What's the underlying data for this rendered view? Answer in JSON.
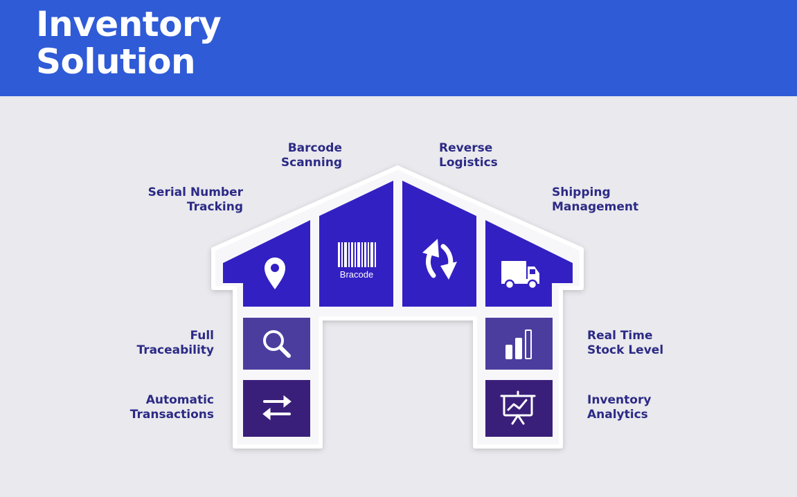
{
  "header": {
    "title_line1": "Inventory",
    "title_line2": "Solution"
  },
  "features": {
    "serial_number_tracking": {
      "line1": "Serial Number",
      "line2": "Tracking",
      "icon": "location-pin-icon"
    },
    "barcode_scanning": {
      "line1": "Barcode",
      "line2": "Scanning",
      "icon": "barcode-icon",
      "icon_caption": "Bracode"
    },
    "reverse_logistics": {
      "line1": "Reverse",
      "line2": "Logistics",
      "icon": "recycle-arrows-icon"
    },
    "shipping_management": {
      "line1": "Shipping",
      "line2": "Management",
      "icon": "truck-icon"
    },
    "full_traceability": {
      "line1": "Full",
      "line2": "Traceability",
      "icon": "magnifier-icon"
    },
    "automatic_transactions": {
      "line1": "Automatic",
      "line2": "Transactions",
      "icon": "swap-arrows-icon"
    },
    "real_time_stock_level": {
      "line1": "Real Time",
      "line2": "Stock Level",
      "icon": "bar-chart-icon"
    },
    "inventory_analytics": {
      "line1": "Inventory",
      "line2": "Analytics",
      "icon": "presentation-chart-icon"
    }
  },
  "colors": {
    "banner": "#2f5bd6",
    "roof_panel": "#3320c2",
    "middle_tile": "#4b3d9e",
    "bottom_tile": "#3a1f7a",
    "label_text": "#2c2a85",
    "background": "#e9e9ee"
  }
}
